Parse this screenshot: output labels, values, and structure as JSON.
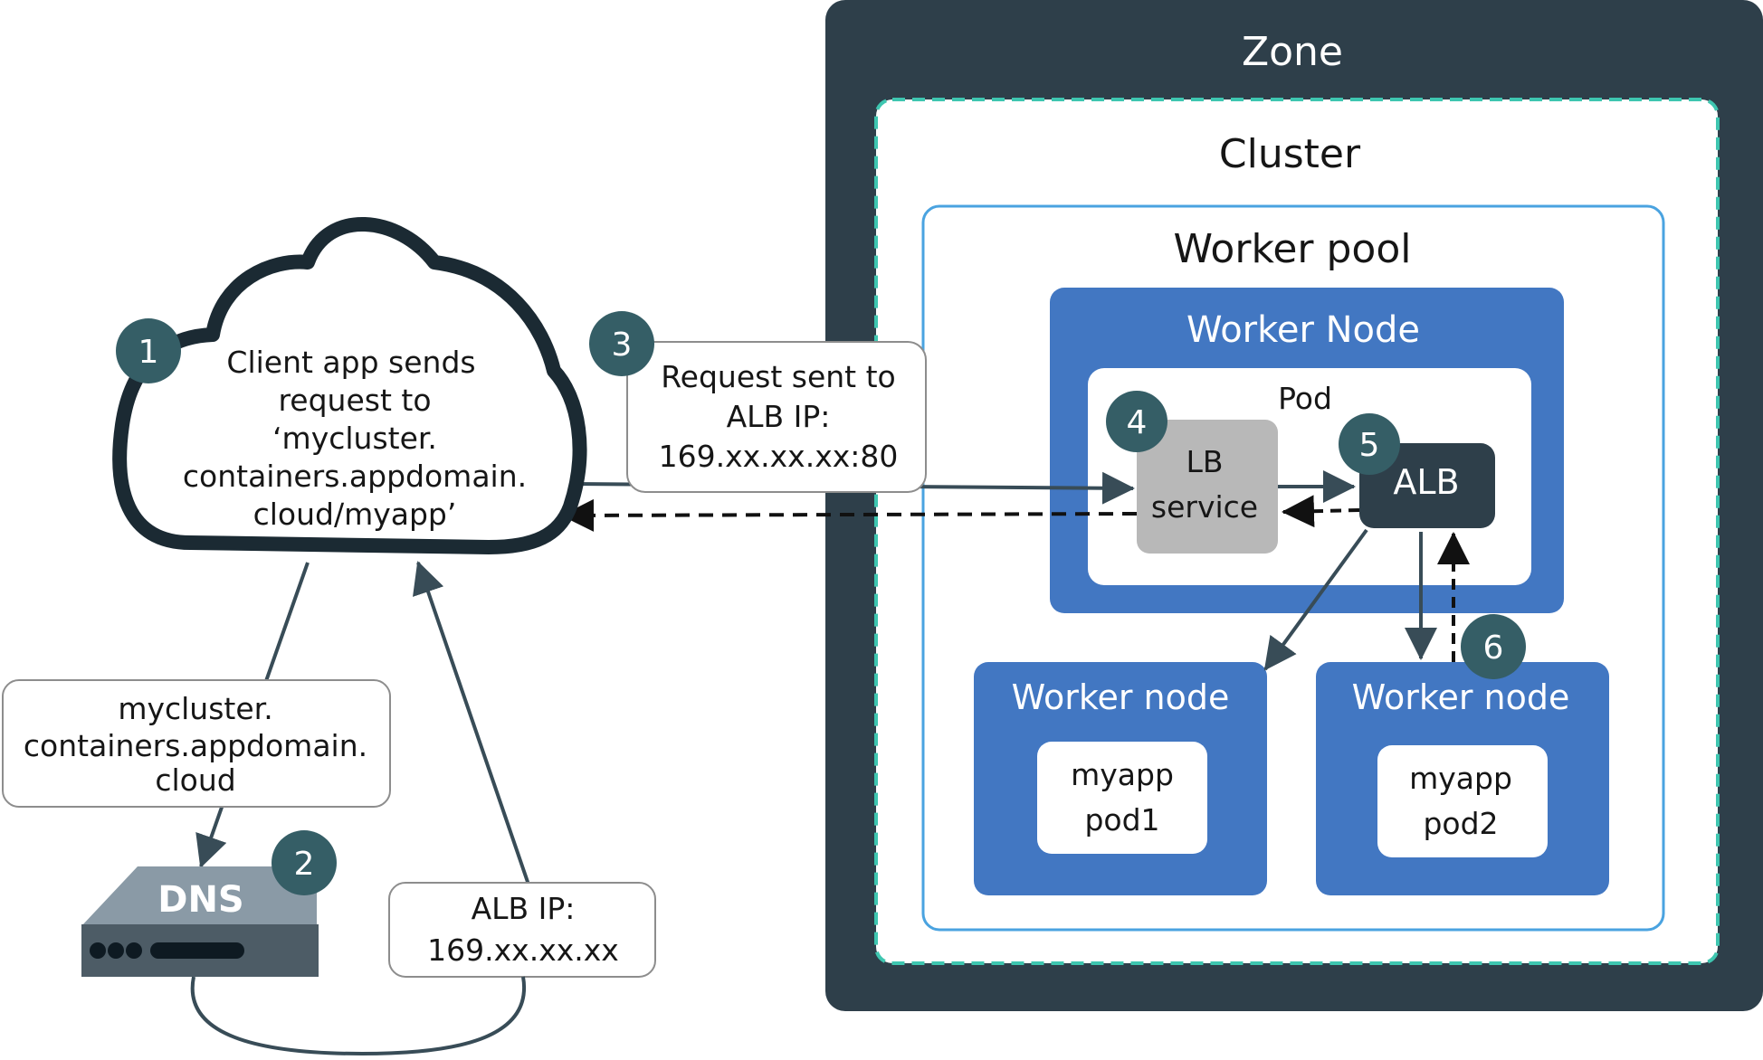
{
  "zone": {
    "title": "Zone"
  },
  "cluster": {
    "title": "Cluster"
  },
  "worker_pool": {
    "title": "Worker pool"
  },
  "worker_node_main": {
    "title": "Worker Node"
  },
  "pod": {
    "title": "Pod"
  },
  "lb_service": {
    "line1": "LB",
    "line2": "service"
  },
  "alb": {
    "label": "ALB"
  },
  "worker_node_1": {
    "title": "Worker node",
    "pod_line1": "myapp",
    "pod_line2": "pod1"
  },
  "worker_node_2": {
    "title": "Worker node",
    "pod_line1": "myapp",
    "pod_line2": "pod2"
  },
  "client": {
    "lines": [
      "Client app sends",
      "request to",
      "‘mycluster.",
      "containers.appdomain.",
      "cloud/myapp’"
    ]
  },
  "request_box": {
    "lines": [
      "Request sent to",
      "ALB IP:",
      "169.xx.xx.xx:80"
    ]
  },
  "dns_query_box": {
    "lines": [
      "mycluster.",
      "containers.appdomain.",
      "cloud"
    ]
  },
  "dns_response_box": {
    "lines": [
      "ALB IP:",
      "169.xx.xx.xx"
    ]
  },
  "dns": {
    "label": "DNS"
  },
  "steps": [
    "1",
    "2",
    "3",
    "4",
    "5",
    "6"
  ],
  "colors": {
    "zone": "#2e3f4a",
    "cluster_border": "#3ec6b0",
    "pool_border": "#4aa3e0",
    "node": "#4277c2",
    "alb": "#2e3f4a",
    "lb_service": "#b8b8b8",
    "badge": "#355e66",
    "cloud_stroke": "#1b2a33",
    "arrow": "#384c57"
  }
}
